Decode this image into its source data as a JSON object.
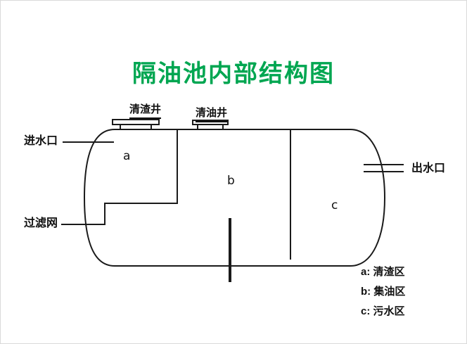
{
  "page": {
    "title": "隔油池内部结构图"
  },
  "colors": {
    "title_green": "#00a651",
    "line_black": "#1a1a1a"
  },
  "diagram": {
    "wells": {
      "slag_well_label": "清渣井",
      "oil_well_label": "清油井"
    },
    "ports": {
      "inlet_label": "进水口",
      "outlet_label": "出水口",
      "filter_label": "过滤网"
    },
    "zones": {
      "a": "a",
      "b": "b",
      "c": "c"
    },
    "legend": [
      {
        "text": "a: 清渣区"
      },
      {
        "text": "b: 集油区"
      },
      {
        "text": "c: 污水区"
      }
    ]
  }
}
